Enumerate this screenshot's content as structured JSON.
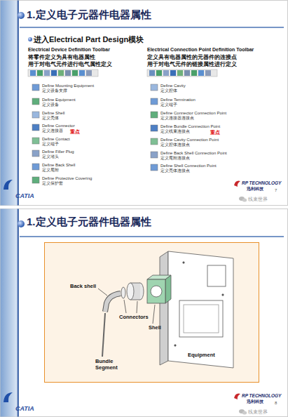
{
  "diagram": {
    "nodes": [
      {
        "text": [
          "1.定义电子元器件电器属性"
        ]
      },
      {
        "text": [
          "1.定义电子元器件电器属性"
        ]
      },
      {
        "text": [
          "Back shell",
          "Connectors",
          "Shell",
          "Bundle Segment",
          "Equipment"
        ],
        "in": 1
      }
    ],
    "labels": [
      "进入Electrical Part Design模块",
      "Electrical Device Definition Toolbar",
      "将零件定义为具有电器属性",
      "用于对电气元件进行电气属性定义",
      "Define Mounting Equipment",
      "定义设备支撑",
      "Define Equipment",
      "定义设备",
      "Define Shell",
      "定义壳体",
      "Define Connector",
      "定义连接器",
      "重点",
      "Define Contact",
      "定义端子",
      "Define Filler Plug",
      "定义堵头",
      "Define Back Shell",
      "定义尾附",
      "Define Protective Covering",
      "定义保护套",
      "Electrical Connection Point Definition Toolbar",
      "定义具有电器属性的元器件的连接点",
      "用于对电气元件的链接属性进行定义",
      "Define Cavity",
      "定义腔体",
      "Define Termination",
      "定义端子",
      "Define Connector Connection Point",
      "定义连接器连接点",
      "Define Bundle Connection Point",
      "定义线束连接点",
      "重点",
      "Define Cavity Connection Point",
      "定义腔体连接点",
      "Define Back Shell Connection Point",
      "定义尾附连接点",
      "Define Shell Connection Point",
      "定义壳体连接点",
      "CATIA",
      "RP TECHNOLOGY",
      "迅利科技",
      "7",
      "线束世界",
      "CATIA",
      "RP TECHNOLOGY",
      "迅利科技",
      "8",
      "线束世界"
    ]
  }
}
